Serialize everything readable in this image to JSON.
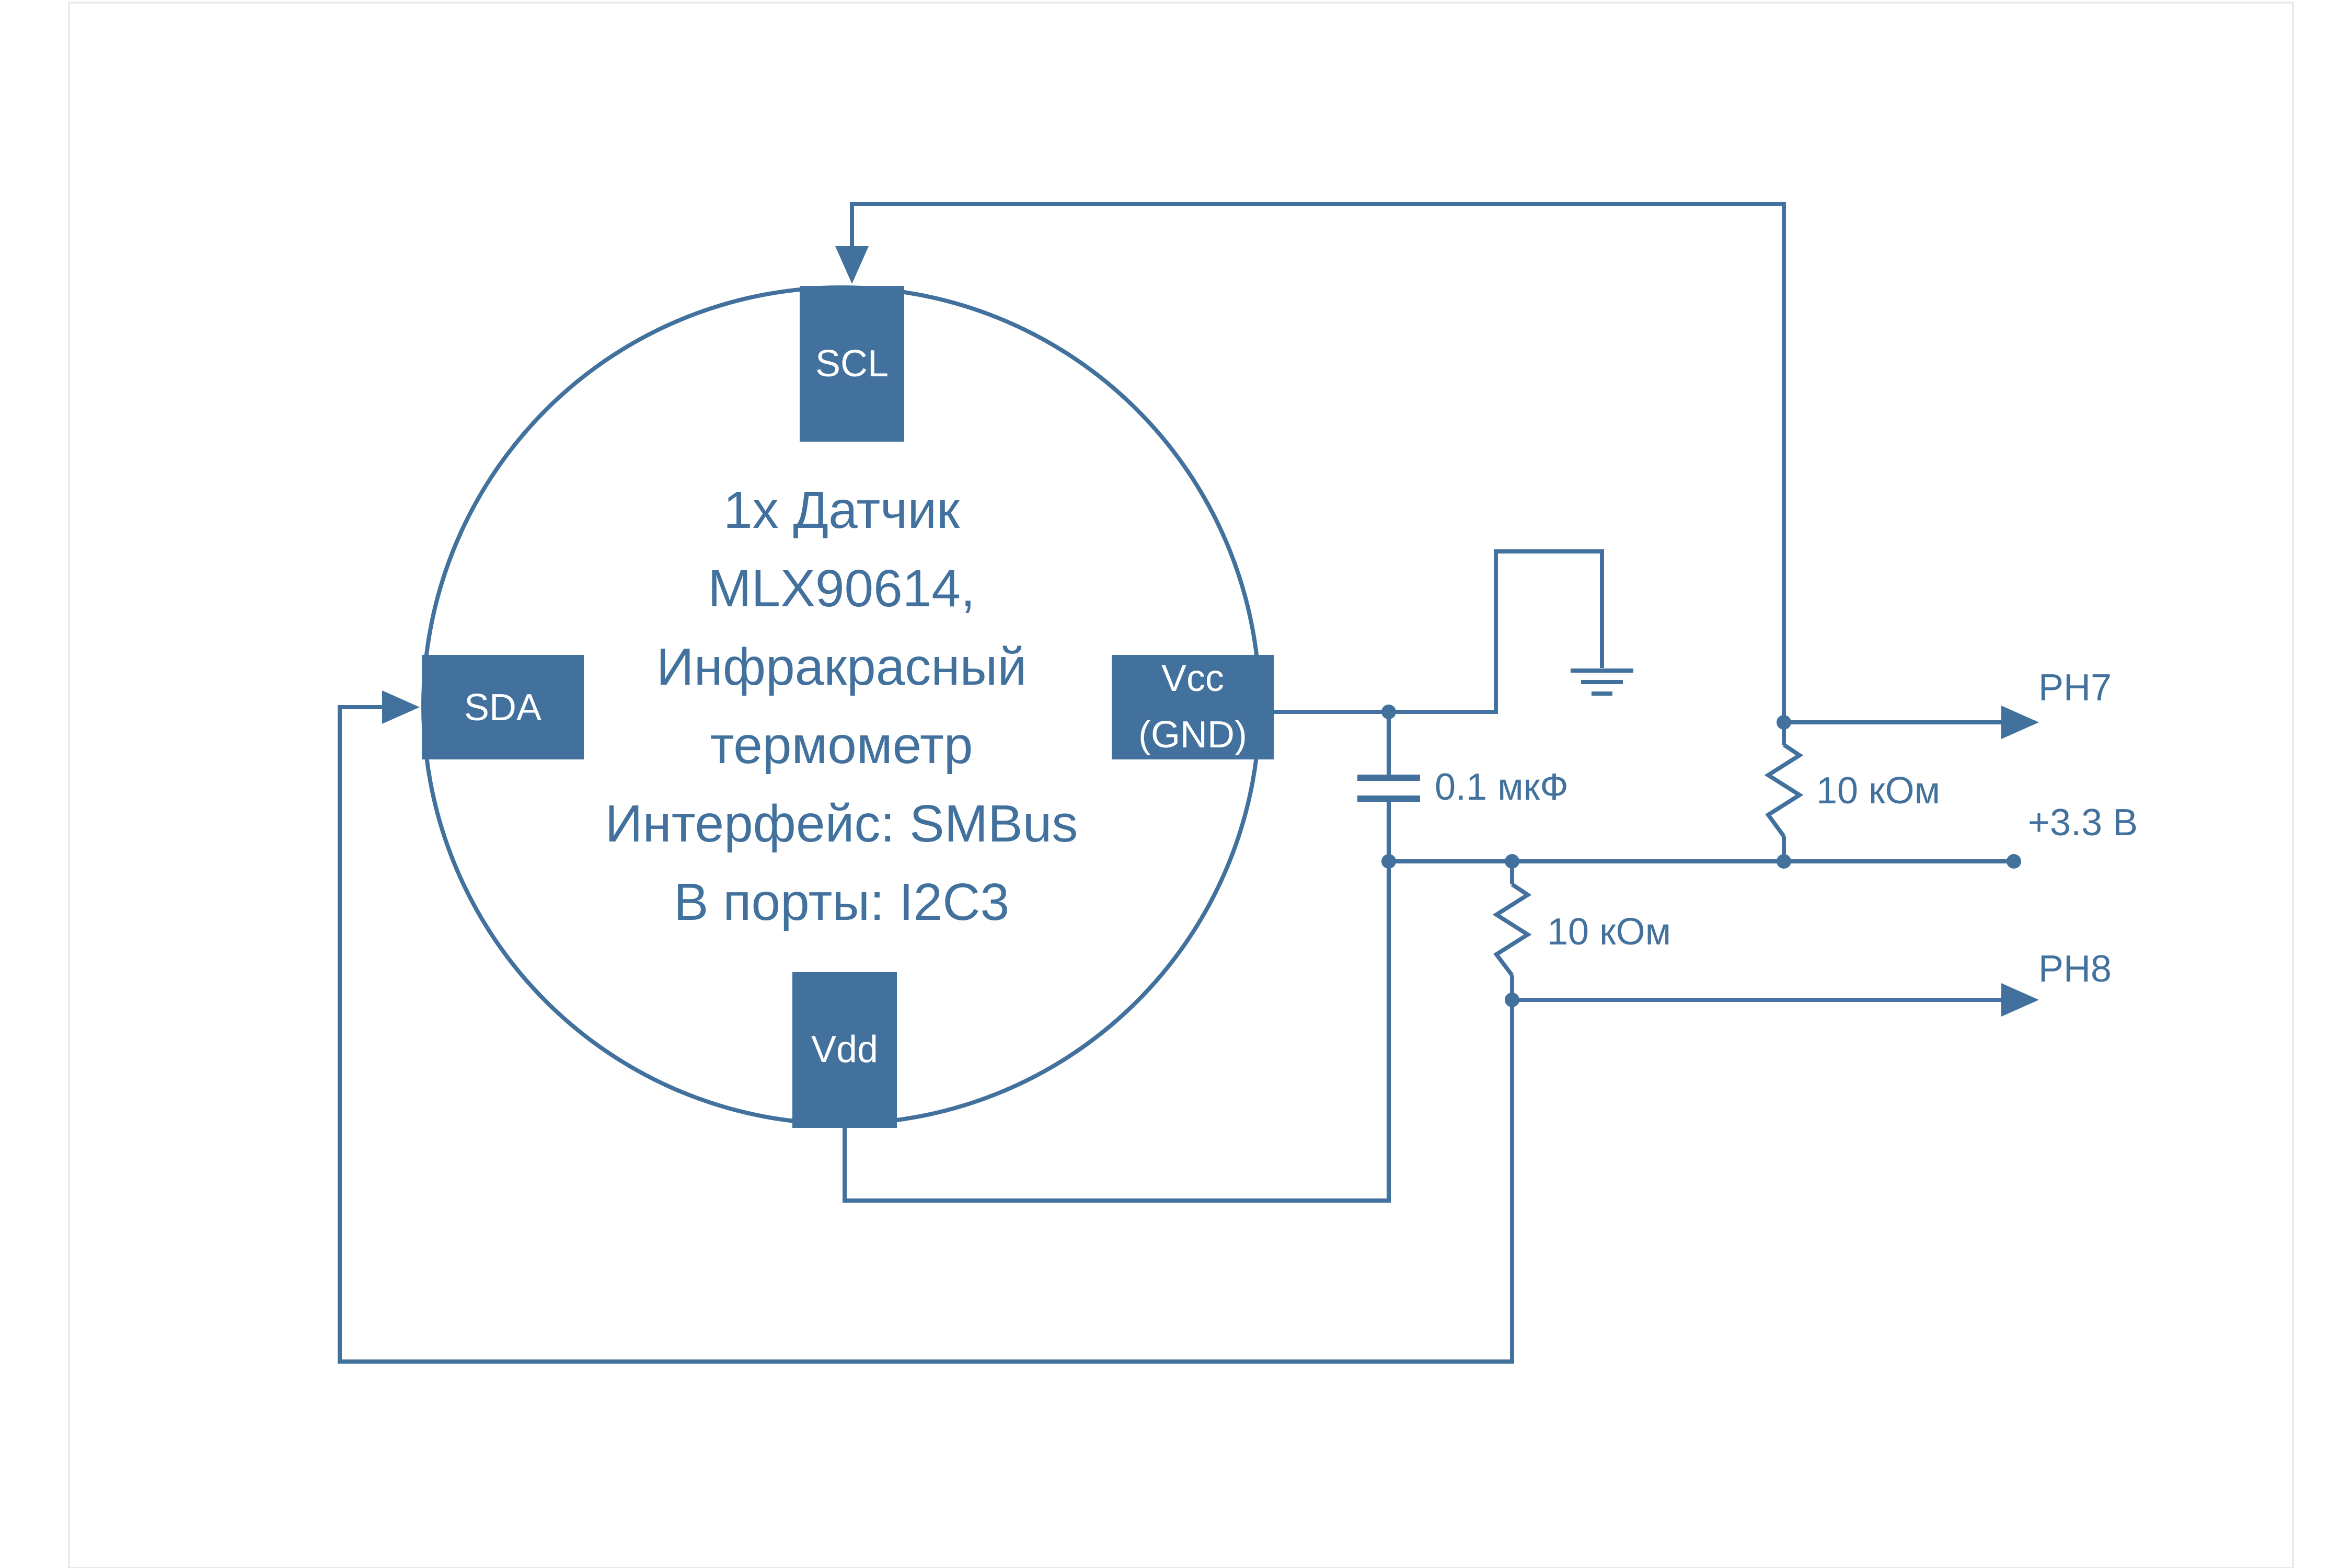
{
  "sensor": {
    "lines": [
      "1x Датчик",
      "MLX90614,",
      "Инфракрасный",
      "термометр",
      "Интерфейс: SMBus",
      "В порты: I2C3"
    ]
  },
  "pins": {
    "scl": "SCL",
    "sda": "SDA",
    "vcc_line1": "Vcc",
    "vcc_line2": "(GND)",
    "vdd": "Vdd"
  },
  "components": {
    "capacitor": "0.1 мкФ",
    "resistor_top": "10 кОм",
    "resistor_bottom": "10 кОм"
  },
  "ports": {
    "ph7": "PH7",
    "ph8": "PH8",
    "supply": "+3.3 В"
  },
  "colors": {
    "primary": "#41719c",
    "background": "#ffffff"
  }
}
